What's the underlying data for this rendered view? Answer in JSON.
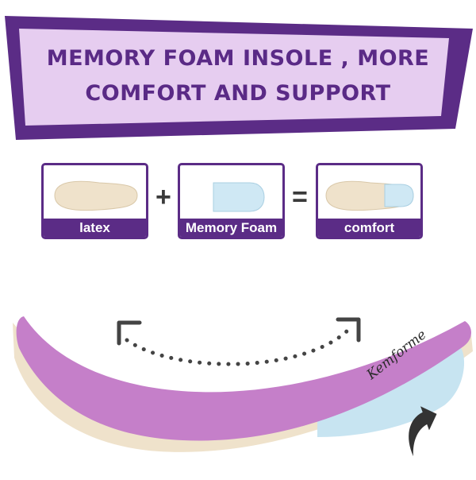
{
  "headline": {
    "line1": "MEMORY FOAM INSOLE , MORE",
    "line2": "COMFORT AND SUPPORT"
  },
  "equation": {
    "items": [
      {
        "label": "latex",
        "icon": "latex-insole-icon"
      },
      {
        "label": "Memory Foam",
        "icon": "memory-foam-heel-pad-icon"
      },
      {
        "label": "comfort",
        "icon": "combined-insole-icon"
      }
    ],
    "operators": [
      "+",
      "="
    ]
  },
  "product": {
    "brand_lettering": "Kemforme",
    "icons": [
      "flex-arrow-icon",
      "upward-support-arrow-icon"
    ]
  },
  "colors": {
    "banner_outer": "#5b2c86",
    "banner_inner": "#e6cdf0",
    "headline_text": "#5a2a86",
    "insole_top": "#c97fcc",
    "latex_beige": "#efe2cb",
    "memory_foam_blue": "#bfe0ef"
  }
}
